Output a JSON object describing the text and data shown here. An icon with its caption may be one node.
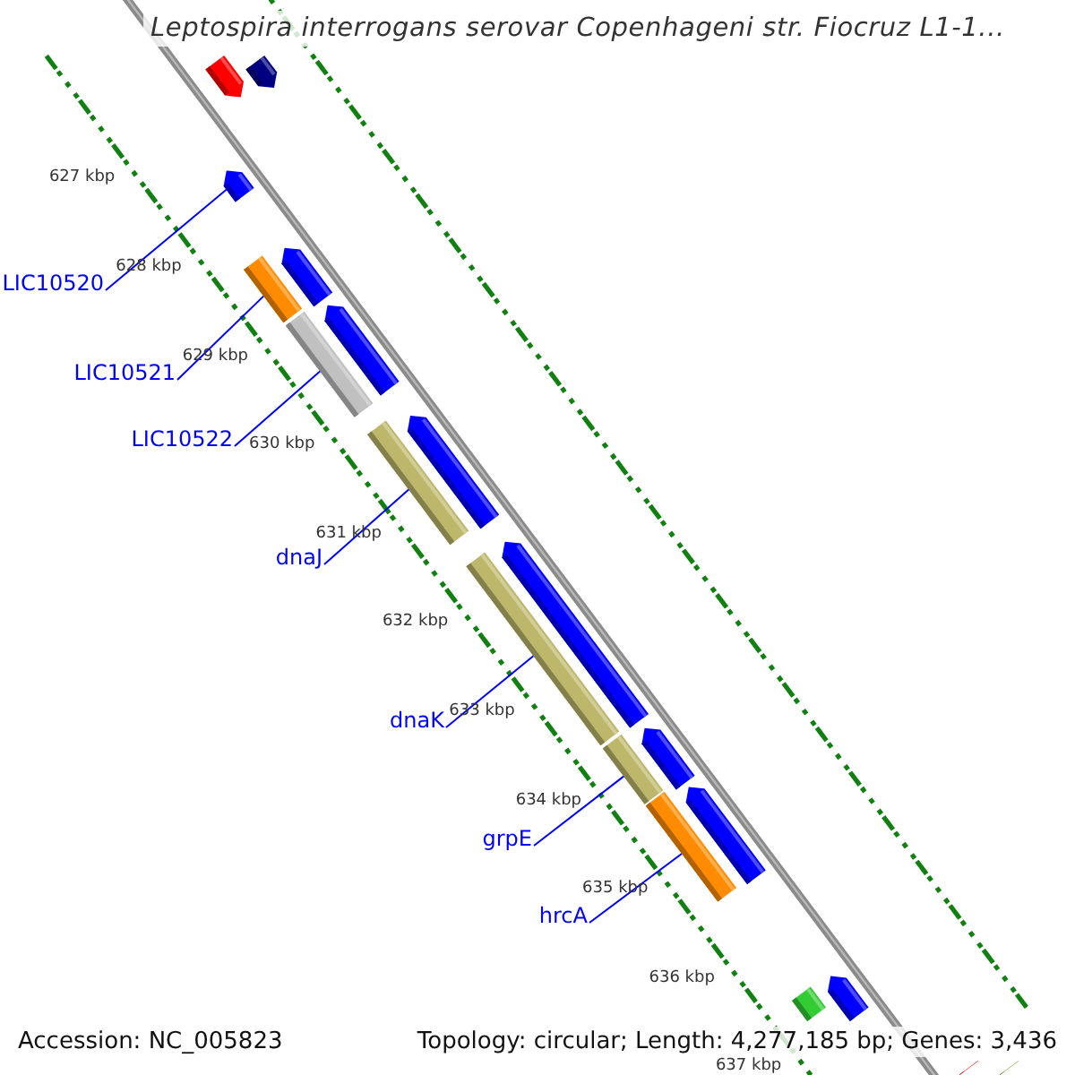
{
  "diagram": {
    "title": "Leptospira interrogans serovar Copenhageni str. Fiocruz L1-1...",
    "nodes": [
      {
        "text": [
          "LIC10520"
        ]
      },
      {
        "text": [
          "LIC10521"
        ]
      },
      {
        "text": [
          "LIC10522"
        ]
      },
      {
        "text": [
          "dnaJ"
        ]
      },
      {
        "text": [
          "dnaK"
        ]
      },
      {
        "text": [
          "grpE"
        ]
      },
      {
        "text": [
          "hrcA"
        ]
      },
      {
        "text": [],
        "shape": "bar"
      },
      {
        "text": [],
        "shape": "bar"
      },
      {
        "text": [],
        "shape": "bar"
      },
      {
        "text": [],
        "shape": "bar"
      },
      {
        "text": [],
        "shape": "bar"
      },
      {
        "text": [],
        "shape": "bar"
      },
      {
        "text": [],
        "shape": "bar"
      },
      {
        "text": [],
        "shape": "bar"
      },
      {
        "text": [],
        "shape": "bar"
      },
      {
        "text": [],
        "shape": "bar"
      },
      {
        "text": [],
        "shape": "bar"
      },
      {
        "text": [],
        "shape": "bar"
      },
      {
        "text": [],
        "shape": "bar"
      },
      {
        "text": [],
        "shape": "bar"
      },
      {
        "text": [],
        "shape": "bar"
      },
      {
        "text": [],
        "shape": "bar"
      },
      {
        "text": [],
        "shape": "bar"
      },
      {
        "text": [],
        "shape": "bar"
      },
      {
        "text": [],
        "shape": "bar"
      }
    ],
    "edges": [
      {
        "from": 0,
        "to": 9,
        "arrow": "none"
      },
      {
        "from": 1,
        "to": 11,
        "arrow": "none"
      },
      {
        "from": 2,
        "to": 13,
        "arrow": "none"
      },
      {
        "from": 3,
        "to": 15,
        "arrow": "none"
      },
      {
        "from": 4,
        "to": 17,
        "arrow": "none"
      },
      {
        "from": 5,
        "to": 19,
        "arrow": "none"
      },
      {
        "from": 6,
        "to": 21,
        "arrow": "none"
      }
    ],
    "labels": [
      "627 kbp",
      "628 kbp",
      "629 kbp",
      "630 kbp",
      "631 kbp",
      "632 kbp",
      "633 kbp",
      "634 kbp",
      "635 kbp",
      "636 kbp",
      "637 kbp",
      "Accession: NC_005823",
      "Topology: circular; Length: 4,277,185 bp; Genes: 3,436"
    ]
  }
}
